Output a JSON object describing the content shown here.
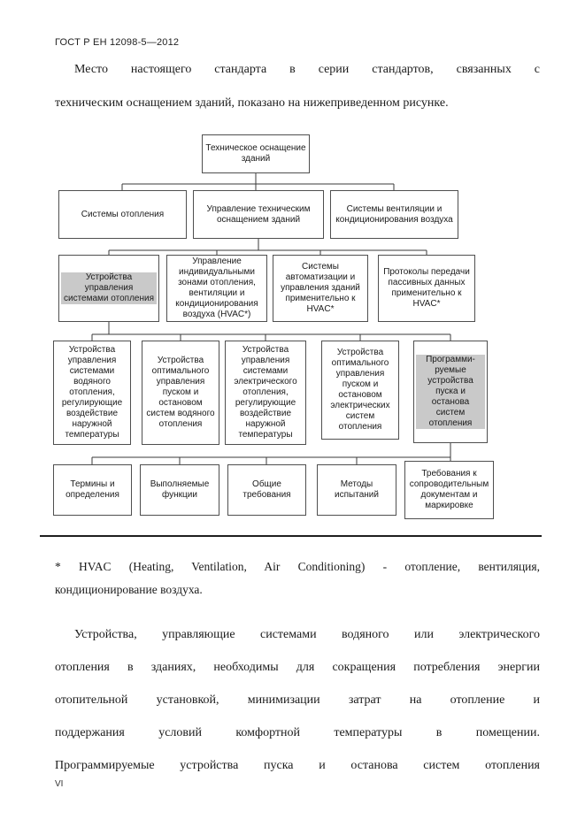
{
  "page": {
    "header": "ГОСТ Р ЕН 12098-5—2012",
    "page_number": "VI"
  },
  "intro": {
    "lines": [
      "Место настоящего стандарта в серии стандартов, связанных с",
      "техническим оснащением зданий, показано на нижеприведенном рисунке."
    ]
  },
  "diagram": {
    "root": "Техническое оснащение зданий",
    "level2": [
      "Системы отопления",
      "Управление техническим оснащением зданий",
      "Системы вентиляции и кондиционирования воздуха"
    ],
    "level3": [
      "Устройства управления системами отопления",
      "Управление индивидуальными зонами отопления, вентиляции и кондиционирования воздуха (HVAC*)",
      "Системы автоматизации и управления зданий применительно к HVAC*",
      "Протоколы передачи пассивных данных применительно к HVAC*"
    ],
    "level4": [
      "Устройства управления системами водяного отопления, регулирующие воздействие наружной температуры",
      "Устройства оптимального управления пуском и остановом систем водяного отопления",
      "Устройства управления системами электрического отопления, регулирующие воздействие наружной температуры",
      "Устройства оптимального управления пуском и остановом электрических систем отопления",
      "Программи­руемые устройства пуска и останова систем отопления"
    ],
    "level5": [
      "Термины и определения",
      "Выполняемые функции",
      "Общие требования",
      "Методы испытаний",
      "Требования к сопроводительным документам и маркировке"
    ]
  },
  "footnote": {
    "lines": [
      "* HVAC (Heating, Ventilation, Air Conditioning) - отопление, вентиляция,",
      "кондиционирование воздуха."
    ]
  },
  "body": {
    "lines": [
      "Устройства, управляющие системами водяного или электрического",
      "отопления в зданиях, необходимы для сокращения потребления энергии",
      "отопительной установкой, минимизации затрат на отопление и",
      "поддержания условий комфортной температуры в помещении.",
      "Программируемые устройства пуска и останова систем отопления"
    ]
  },
  "colors": {
    "background": "#ffffff",
    "text": "#1a1a1a",
    "box_border": "#4f4f4f",
    "highlight": "#c9c9c9",
    "rule": "#1e1e1e"
  }
}
